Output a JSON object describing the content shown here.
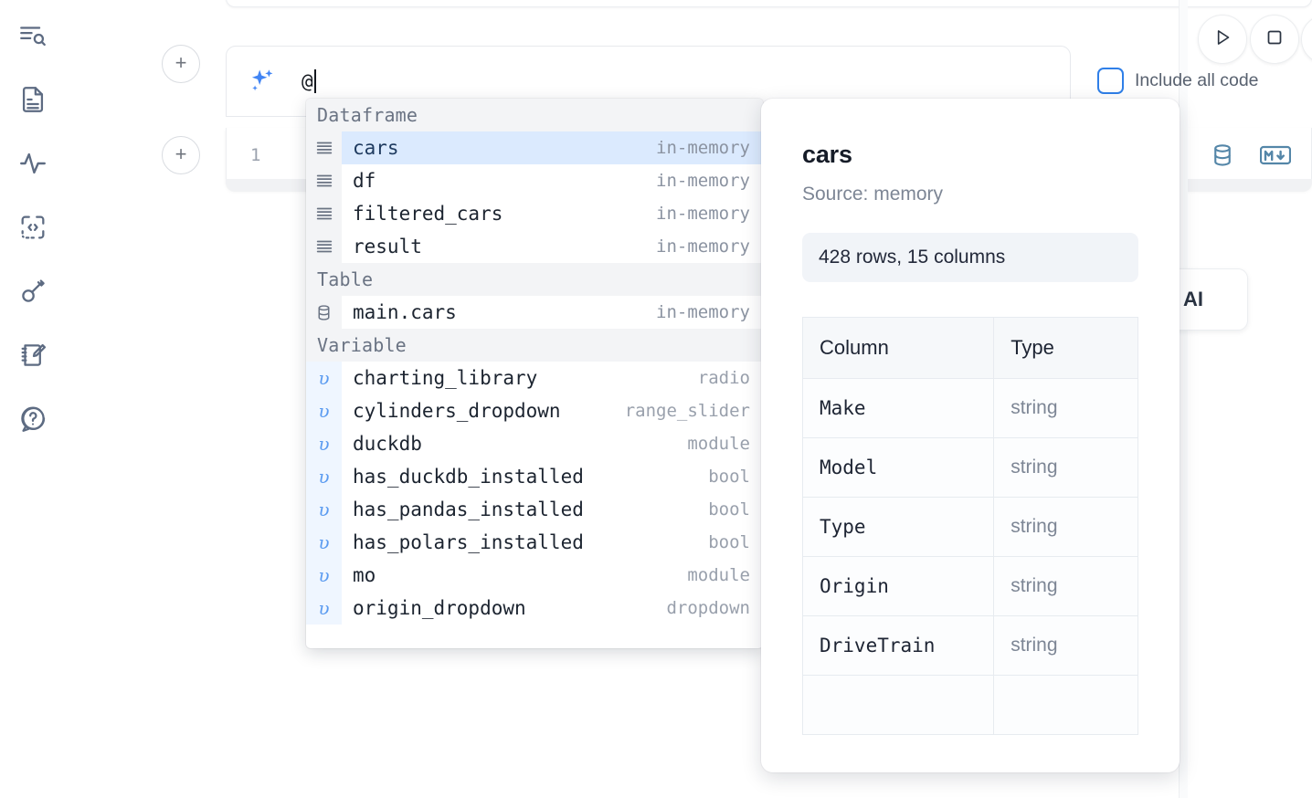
{
  "sidebar": {
    "items": [
      {
        "name": "outline-search-icon",
        "label": "Outline / Search"
      },
      {
        "name": "file-document-icon",
        "label": "Notebook file"
      },
      {
        "name": "activity-pulse-icon",
        "label": "Activity"
      },
      {
        "name": "code-snippet-icon",
        "label": "Snippets"
      },
      {
        "name": "key-secrets-icon",
        "label": "Secrets"
      },
      {
        "name": "scratchpad-edit-icon",
        "label": "Scratchpad"
      },
      {
        "name": "help-question-icon",
        "label": "Help"
      }
    ]
  },
  "toolbar": {
    "run_label": "Run",
    "stop_label": "Stop",
    "include_all_code_label": "Include all code",
    "include_all_code_checked": false,
    "accent_color": "#2f7fe8"
  },
  "ai_prompt": {
    "icon": "sparkle-icon",
    "value": "@",
    "sparkle_color": "#4285f4"
  },
  "code_cell": {
    "line_number": "1",
    "database_icon": "database-icon",
    "markdown_icon": "markdown-icon",
    "icon_color": "#5486a8"
  },
  "ai_card": {
    "label": "H AI"
  },
  "add_buttons": {
    "label": "+"
  },
  "autocomplete": {
    "sections": [
      {
        "title": "Dataframe",
        "items": [
          {
            "icon": "dataframe-icon",
            "name": "cars",
            "type": "in-memory",
            "selected": true
          },
          {
            "icon": "dataframe-icon",
            "name": "df",
            "type": "in-memory",
            "selected": false
          },
          {
            "icon": "dataframe-icon",
            "name": "filtered_cars",
            "type": "in-memory",
            "selected": false
          },
          {
            "icon": "dataframe-icon",
            "name": "result",
            "type": "in-memory",
            "selected": false
          }
        ]
      },
      {
        "title": "Table",
        "items": [
          {
            "icon": "table-database-icon",
            "name": "main.cars",
            "type": "in-memory",
            "selected": false
          }
        ]
      },
      {
        "title": "Variable",
        "items": [
          {
            "icon": "variable-icon",
            "name": "charting_library",
            "type": "radio",
            "selected": false
          },
          {
            "icon": "variable-icon",
            "name": "cylinders_dropdown",
            "type": "range_slider",
            "selected": false
          },
          {
            "icon": "variable-icon",
            "name": "duckdb",
            "type": "module",
            "selected": false
          },
          {
            "icon": "variable-icon",
            "name": "has_duckdb_installed",
            "type": "bool",
            "selected": false
          },
          {
            "icon": "variable-icon",
            "name": "has_pandas_installed",
            "type": "bool",
            "selected": false
          },
          {
            "icon": "variable-icon",
            "name": "has_polars_installed",
            "type": "bool",
            "selected": false
          },
          {
            "icon": "variable-icon",
            "name": "mo",
            "type": "module",
            "selected": false
          },
          {
            "icon": "variable-icon",
            "name": "origin_dropdown",
            "type": "dropdown",
            "selected": false
          }
        ]
      }
    ],
    "variable_glyph": "υ",
    "selected_background": "#dbeafe"
  },
  "detail_panel": {
    "title": "cars",
    "source": "Source: memory",
    "shape": "428 rows, 15 columns",
    "columns_header": "Column",
    "type_header": "Type",
    "rows": [
      {
        "column": "Make",
        "type": "string"
      },
      {
        "column": "Model",
        "type": "string"
      },
      {
        "column": "Type",
        "type": "string"
      },
      {
        "column": "Origin",
        "type": "string"
      },
      {
        "column": "DriveTrain",
        "type": "string"
      },
      {
        "column": "",
        "type": ""
      }
    ]
  }
}
